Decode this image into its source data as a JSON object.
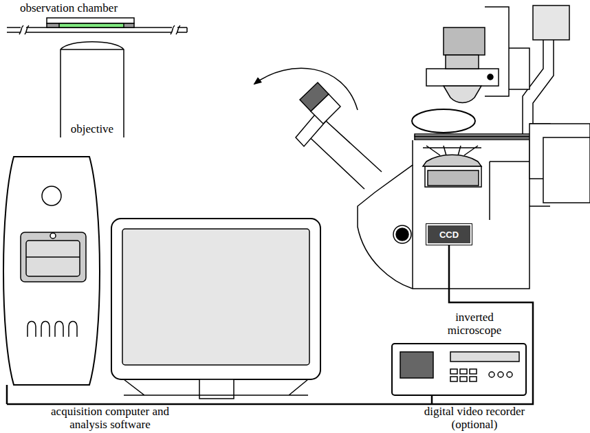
{
  "diagram": {
    "nodes": [
      {
        "text": [
          "CCD"
        ]
      }
    ],
    "labels": [
      "observation chamber",
      "objective",
      "inverted microscope",
      "acquisition computer and analysis software",
      "digital video recorder (optional)"
    ]
  }
}
